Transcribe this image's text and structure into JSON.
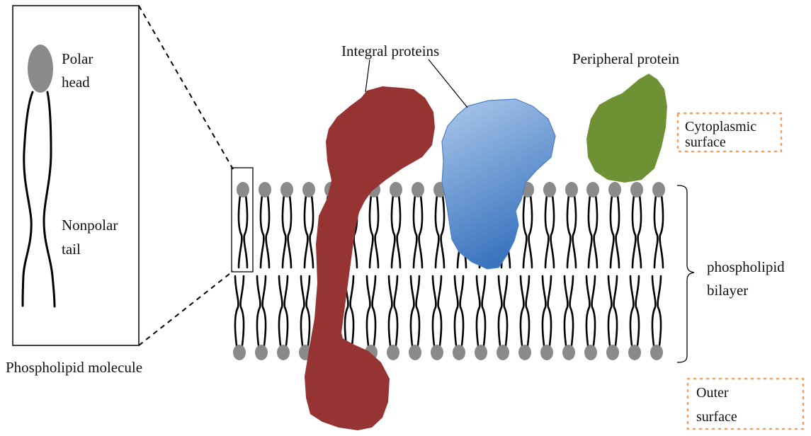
{
  "diagram": {
    "inset": {
      "polar_head_line1": "Polar",
      "polar_head_line2": "head",
      "nonpolar_tail_line1": "Nonpolar",
      "nonpolar_tail_line2": "tail",
      "caption": "Phospholipid molecule"
    },
    "labels": {
      "integral_proteins": "Integral proteins",
      "peripheral_protein": "Peripheral protein",
      "cytoplasmic_line1": "Cytoplasmic",
      "cytoplasmic_line2": "surface",
      "bilayer_line1": "phospholipid",
      "bilayer_line2": "bilayer",
      "outer_line1": "Outer",
      "outer_line2": "surface"
    },
    "colors": {
      "head": "#8a8a8a",
      "integral_red": "#963434",
      "integral_blue_light": "#a9c6ea",
      "integral_blue_dark": "#3f78c0",
      "peripheral_green": "#6e9233",
      "dotted_box": "#f0a060"
    }
  }
}
